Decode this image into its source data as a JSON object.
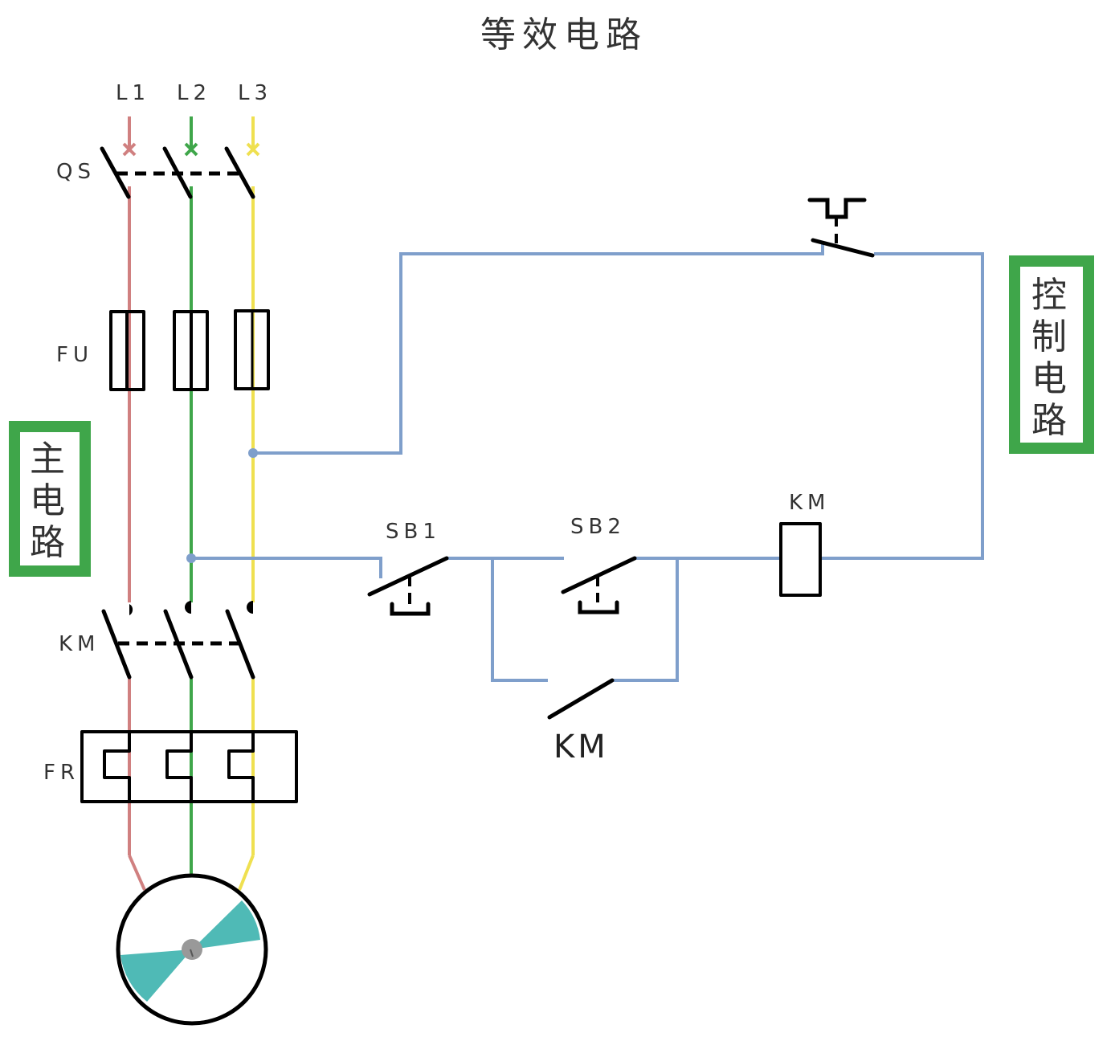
{
  "title": "等效电路",
  "colors": {
    "L1": "#d08080",
    "L2": "#3fa64a",
    "L3": "#efe050",
    "control": "#7f9fcb",
    "box_border": "#3fa64a",
    "fan": "#4fbab6",
    "hub": "#999999"
  },
  "phases": [
    {
      "label": "L1",
      "color_key": "L1"
    },
    {
      "label": "L2",
      "color_key": "L2"
    },
    {
      "label": "L3",
      "color_key": "L3"
    }
  ],
  "main_circuit": {
    "box_label": [
      "主",
      "电",
      "路"
    ],
    "components": {
      "isolator": "QS",
      "fuse": "FU",
      "contactor": "KM",
      "thermal_relay": "FR"
    },
    "motor": "motor"
  },
  "control_circuit": {
    "box_label": [
      "控",
      "制",
      "电",
      "路"
    ],
    "stop_button": "SB1",
    "start_button": "SB2",
    "coil": "KM",
    "aux_contact": "KM"
  }
}
